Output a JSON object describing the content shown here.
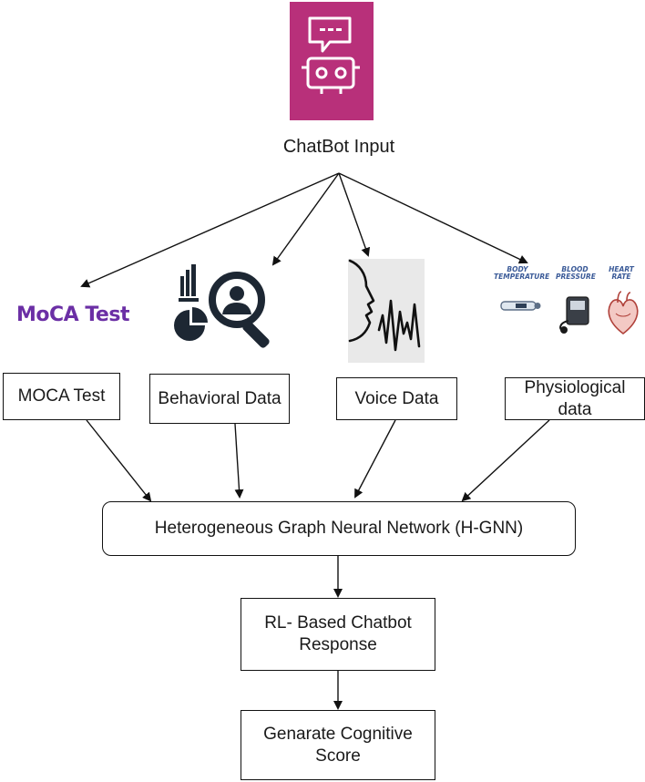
{
  "chatbot": {
    "label": "ChatBot Input",
    "icon": "robot-chat-icon",
    "icon_color": "#B8307A"
  },
  "sources": {
    "moca_logo": {
      "text": "MoCA Test",
      "color": "#6B2FA5"
    },
    "behavioral_icon": "analytics-person-search-icon",
    "voice_icon": "voice-profile-waveform-icon",
    "physio_icons": [
      {
        "label": "BODY TEMPERATURE",
        "icon": "thermometer-icon"
      },
      {
        "label": "BLOOD PRESSURE",
        "icon": "blood-pressure-monitor-icon"
      },
      {
        "label": "HEART RATE",
        "icon": "heart-icon"
      }
    ]
  },
  "inputs": {
    "moca": "MOCA Test",
    "behavioral": "Behavioral Data",
    "voice": "Voice Data",
    "physiological": "Physiological data"
  },
  "hgnn": "Heterogeneous Graph Neural Network (H-GNN)",
  "rl": {
    "line1": "RL- Based Chatbot",
    "line2": "Response"
  },
  "score": "Genarate Cognitive Score"
}
